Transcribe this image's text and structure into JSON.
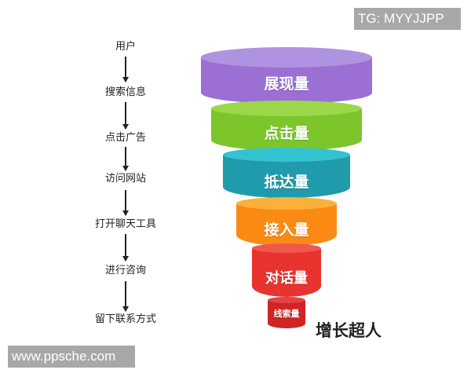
{
  "watermarks": {
    "top_right": "TG: MYYJJPP",
    "bottom_left": "www.ppsche.com"
  },
  "flow": {
    "steps": [
      "用户",
      "搜索信息",
      "点击广告",
      "访问网站",
      "打开聊天工具",
      "进行咨询",
      "留下联系方式"
    ],
    "arrow_icon": "down-arrow-icon"
  },
  "funnel": {
    "layers": [
      {
        "label": "展现量",
        "color": "#9b6fd4",
        "top_color": "#b093e0"
      },
      {
        "label": "点击量",
        "color": "#7cc62c",
        "top_color": "#9ad84a"
      },
      {
        "label": "抵达量",
        "color": "#1f9bab",
        "top_color": "#33c3cf"
      },
      {
        "label": "接入量",
        "color": "#fb8a14",
        "top_color": "#fbb03a"
      },
      {
        "label": "对话量",
        "color": "#e8332f",
        "top_color": "#f0584d"
      },
      {
        "label": "线索量",
        "color": "#d02424",
        "top_color": "#e24343"
      }
    ]
  },
  "brand": {
    "name": "增长超人"
  }
}
